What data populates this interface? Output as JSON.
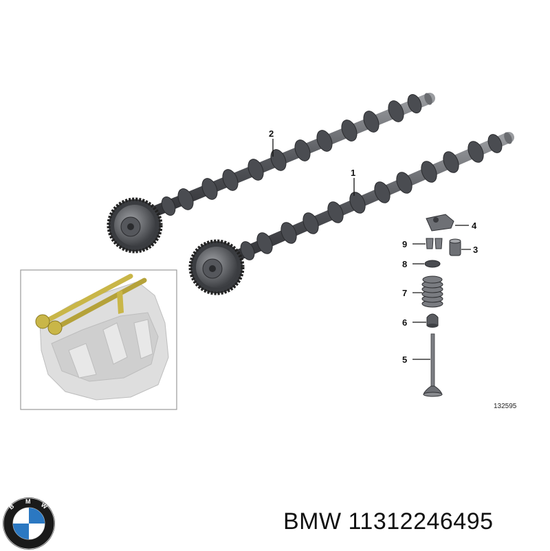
{
  "diagram": {
    "callouts": [
      "1",
      "2",
      "3",
      "4",
      "5",
      "6",
      "7",
      "8",
      "9"
    ],
    "reference_number": "132595"
  },
  "caption": {
    "brand": "BMW",
    "part_number": "11312246495"
  },
  "logo": {
    "letters": "BMW",
    "colors": {
      "blue": "#2b78c2",
      "white": "#ffffff",
      "ring": "#1a1a1a"
    }
  },
  "colors": {
    "shaft": "#55575c",
    "shaft_light": "#8a8c90",
    "highlight": "#c9b648",
    "engine": "#d9d9d9",
    "inset_border": "#9a9a9a"
  }
}
